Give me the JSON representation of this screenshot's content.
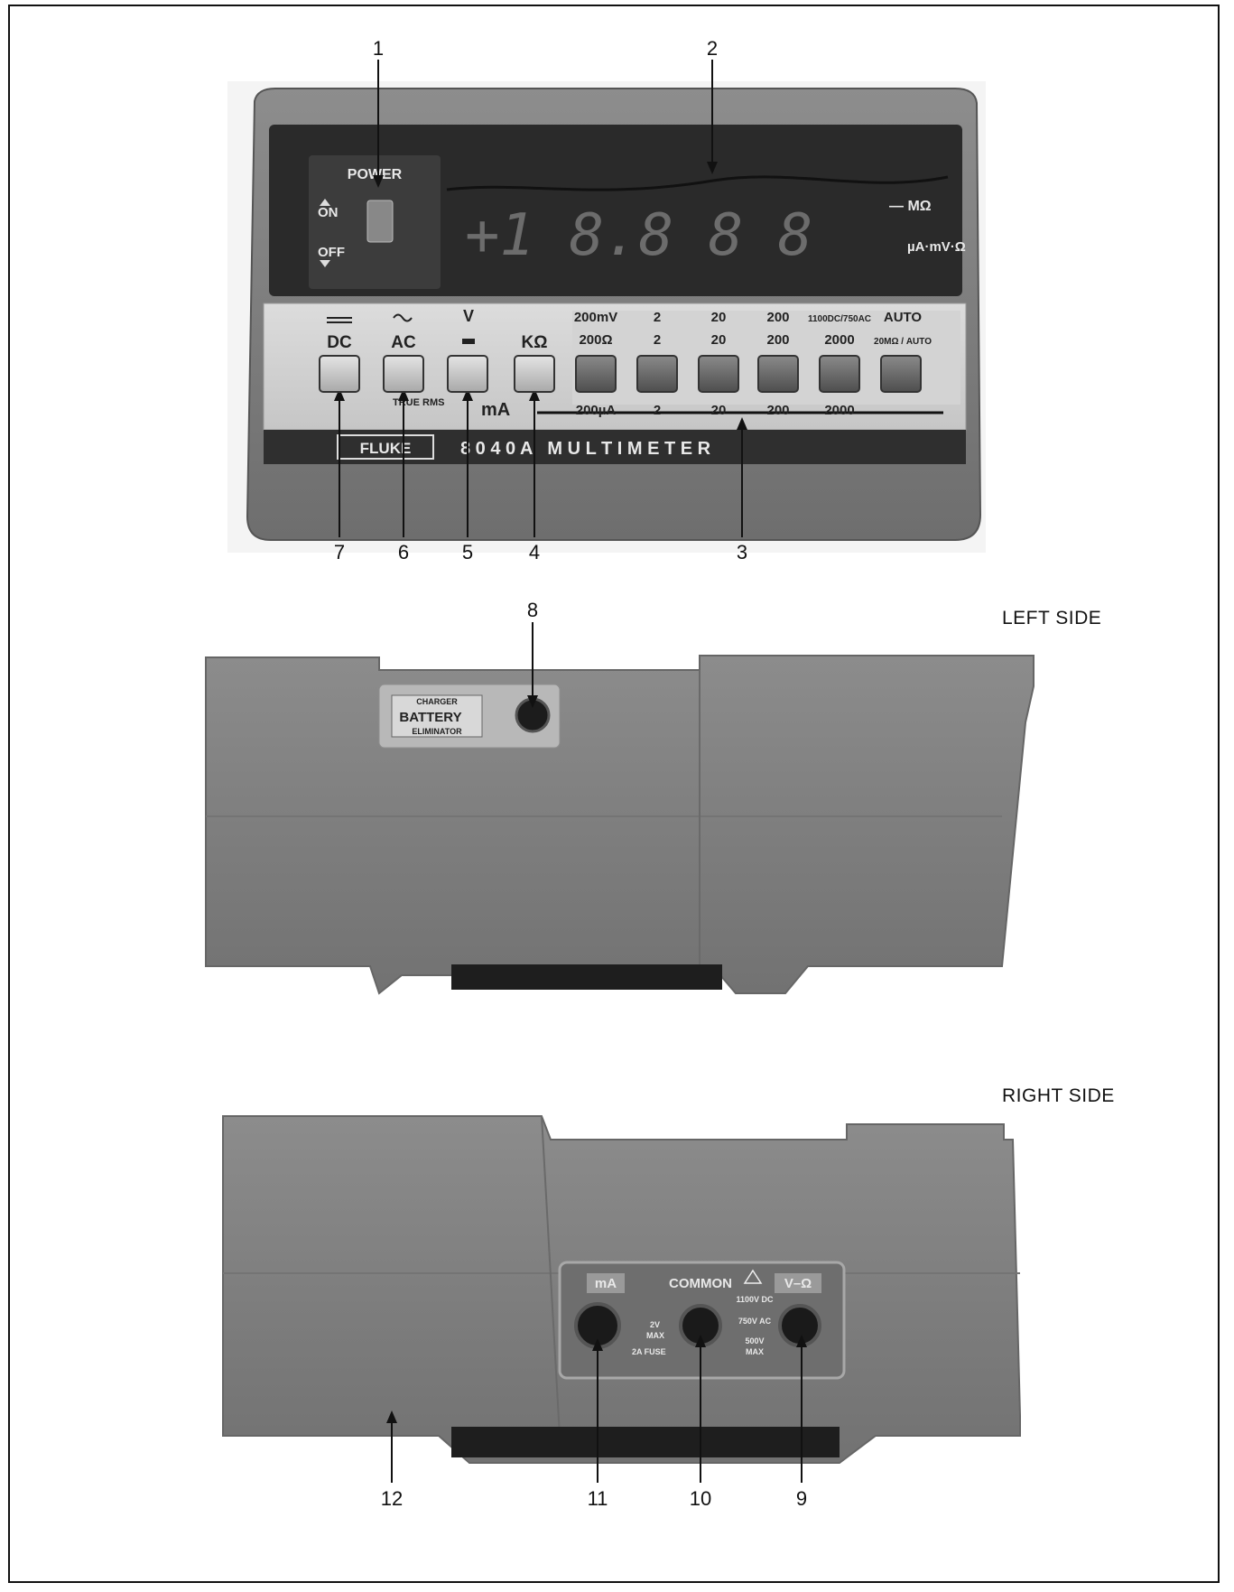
{
  "callouts": {
    "c1": "1",
    "c2": "2",
    "c3": "3",
    "c4": "4",
    "c5": "5",
    "c6": "6",
    "c7": "7",
    "c8": "8",
    "c9": "9",
    "c10": "10",
    "c11": "11",
    "c12": "12"
  },
  "side_labels": {
    "left": "LEFT SIDE",
    "right": "RIGHT SIDE"
  },
  "front_panel": {
    "power": "POWER",
    "on": "ON",
    "off": "OFF",
    "display": "+1 8.8 8 8",
    "unit_top": "— MΩ",
    "unit_bottom": "µA·mV·Ω",
    "dc": "DC",
    "ac": "AC",
    "v": "V",
    "kohm": "KΩ",
    "true_rms": "TRUE RMS",
    "ma": "mA",
    "range_row1": [
      "200mV",
      "2",
      "20",
      "200",
      "1100DC/750AC",
      "AUTO"
    ],
    "range_row2": [
      "200Ω",
      "2",
      "20",
      "200",
      "2000",
      "20MΩ / AUTO"
    ],
    "range_row3": [
      "200µA",
      "2",
      "20",
      "200",
      "2000"
    ],
    "brand": "FLUKE",
    "model_strip": "8 0 4 0 A   M U L T I M E T E R"
  },
  "left_side": {
    "charger": "CHARGER",
    "battery": "BATTERY",
    "eliminator": "ELIMINATOR"
  },
  "right_side": {
    "ma": "mA",
    "common": "COMMON",
    "v_ohm": "V–Ω",
    "v1100": "1100V DC",
    "v750": "750V AC",
    "v500": "500V",
    "max": "MAX",
    "two_v": "2V",
    "two_a_fuse": "2A FUSE"
  }
}
